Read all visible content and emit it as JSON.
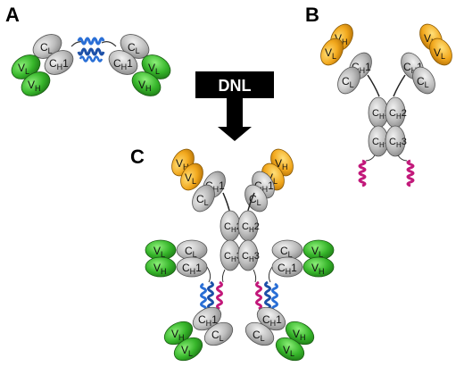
{
  "panels": {
    "a": "A",
    "b": "B",
    "c": "C"
  },
  "arrow_label": "DNL",
  "domains": {
    "cl": "C",
    "cl_sub": "L",
    "ch1": "C",
    "ch1_sub": "H",
    "ch1_num": "1",
    "ch2_sub": "H",
    "ch2_num": "2",
    "ch3_sub": "H",
    "ch3_num": "3",
    "vh": "V",
    "vh_sub": "H",
    "vl": "V",
    "vl_sub": "L"
  },
  "colors": {
    "constant": "#b9b9b9",
    "variable_green": "#3dbb2e",
    "variable_orange": "#f2a81d",
    "helix_blue": "#2a6fd6",
    "helix_magenta": "#c2187a",
    "arrow": "#000000"
  }
}
